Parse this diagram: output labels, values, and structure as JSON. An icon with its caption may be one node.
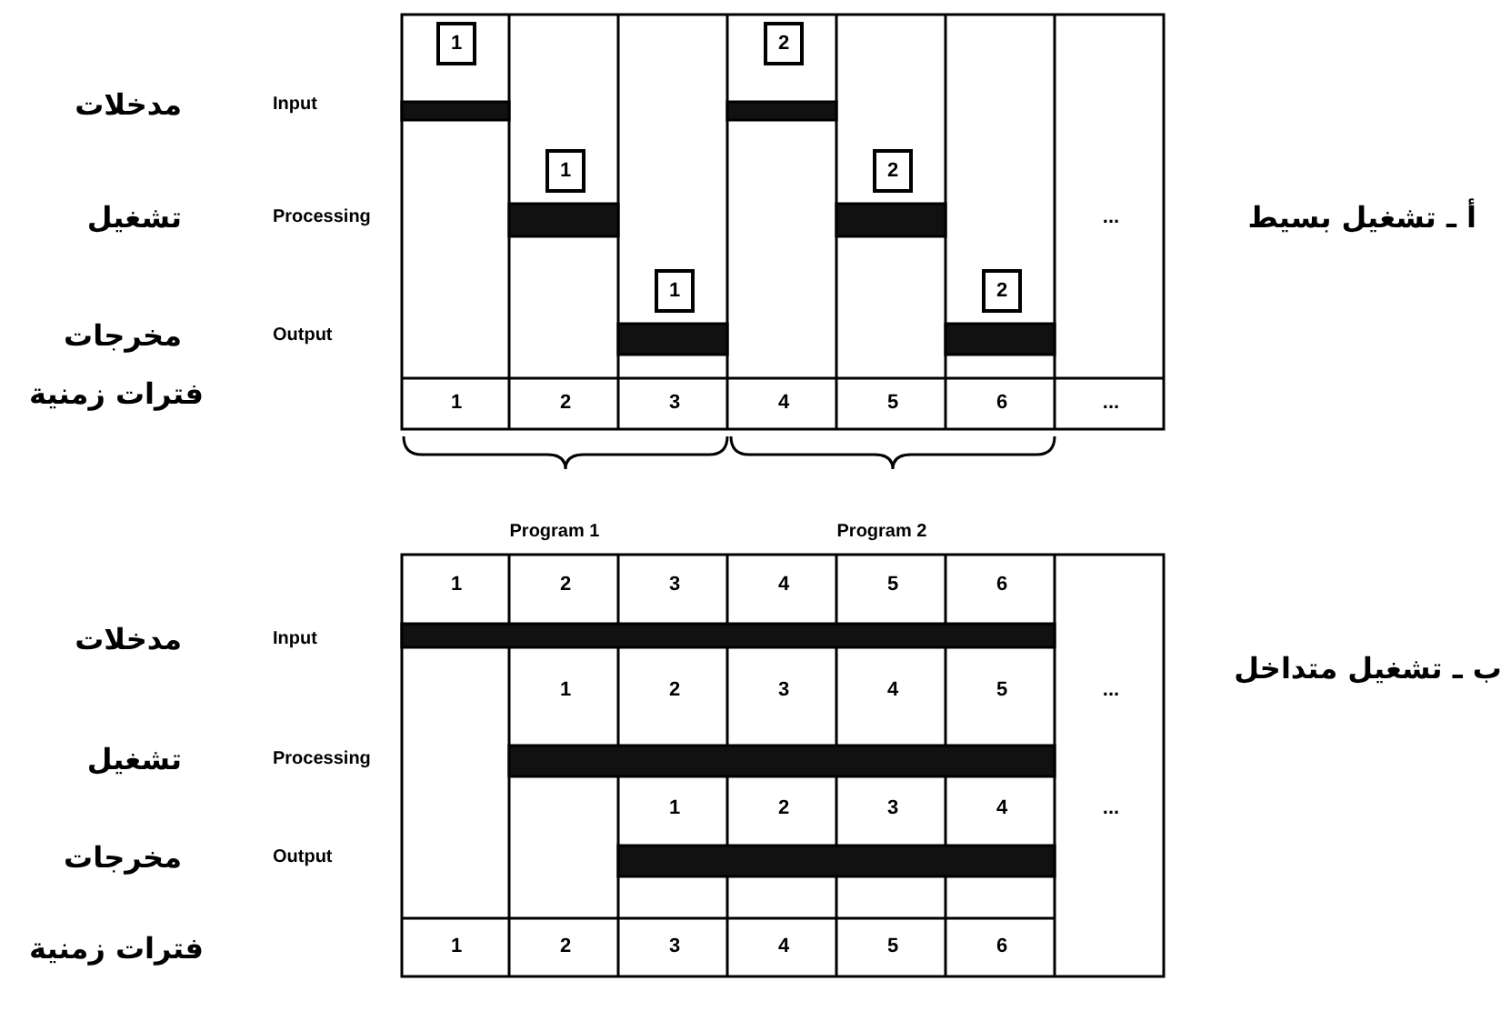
{
  "diagram": {
    "nodes": [
      {
        "text": [
          "1"
        ]
      },
      {
        "text": [
          "2"
        ]
      },
      {
        "text": [
          "1"
        ]
      },
      {
        "text": [
          "2"
        ]
      },
      {
        "text": [
          "1"
        ]
      },
      {
        "text": [
          "2"
        ]
      }
    ],
    "labels": [
      "مدخلات",
      "Input",
      "تشغيل",
      "Processing",
      "مخرجات",
      "Output",
      "فترات زمنية",
      "...",
      "أ ـ تشغيل بسيط",
      "1",
      "2",
      "3",
      "4",
      "5",
      "6",
      "...",
      "Program 1",
      "Program 2",
      "1",
      "2",
      "3",
      "4",
      "5",
      "6",
      "مدخلات",
      "Input",
      "1",
      "2",
      "3",
      "4",
      "5",
      "...",
      "ب ـ تشغيل متداخل",
      "تشغيل",
      "Processing",
      "1",
      "2",
      "3",
      "4",
      "...",
      "مخرجات",
      "Output",
      "فترات زمنية",
      "1",
      "2",
      "3",
      "4",
      "5",
      "6"
    ]
  }
}
